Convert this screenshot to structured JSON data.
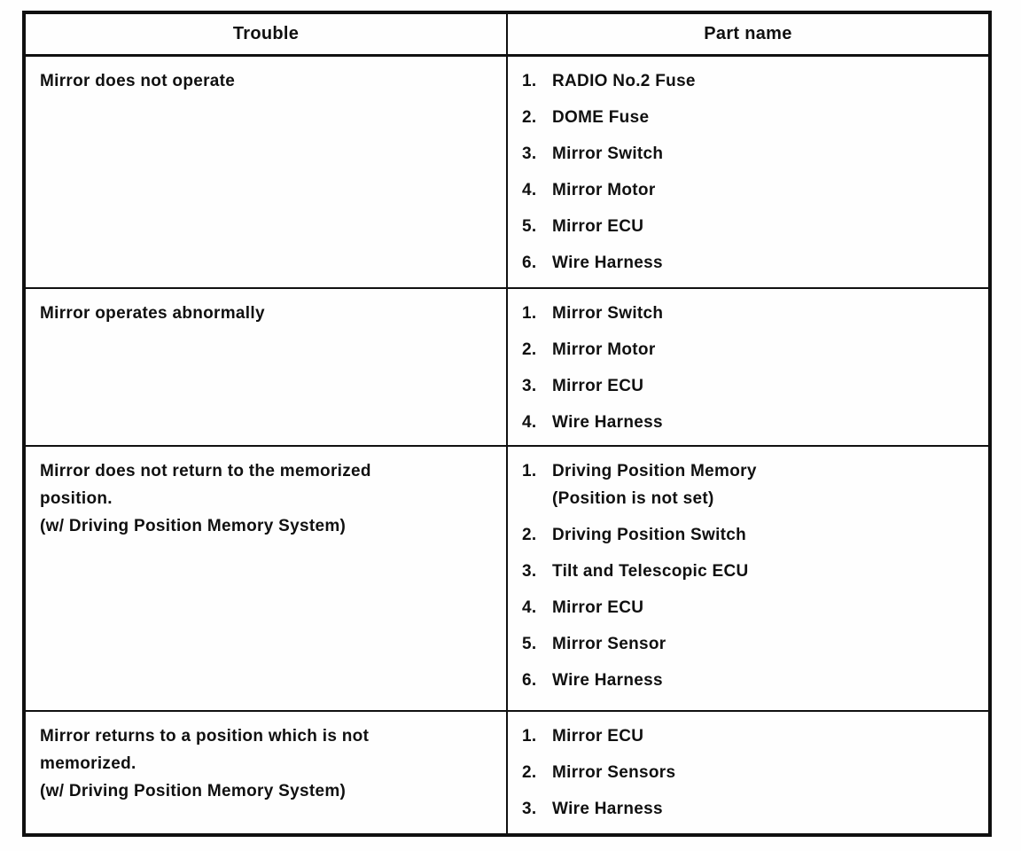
{
  "page": {
    "ink_color": "#101010",
    "paper_color": "#fefefe"
  },
  "table": {
    "headers": [
      {
        "label": "Trouble"
      },
      {
        "label": "Part name"
      }
    ],
    "rows": [
      {
        "trouble_lines": [
          "Mirror does not operate"
        ],
        "parts": [
          {
            "num": "1.",
            "name": "RADIO No.2 Fuse"
          },
          {
            "num": "2.",
            "name": "DOME Fuse"
          },
          {
            "num": "3.",
            "name": "Mirror Switch"
          },
          {
            "num": "4.",
            "name": "Mirror Motor"
          },
          {
            "num": "5.",
            "name": "Mirror ECU"
          },
          {
            "num": "6.",
            "name": "Wire Harness"
          }
        ]
      },
      {
        "trouble_lines": [
          "Mirror operates abnormally"
        ],
        "parts": [
          {
            "num": "1.",
            "name": "Mirror Switch"
          },
          {
            "num": "2.",
            "name": "Mirror Motor"
          },
          {
            "num": "3.",
            "name": "Mirror ECU"
          },
          {
            "num": "4.",
            "name": "Wire Harness"
          }
        ]
      },
      {
        "trouble_lines": [
          "Mirror does not return to the memorized",
          "position.",
          "(w/ Driving Position Memory System)"
        ],
        "parts": [
          {
            "num": "1.",
            "name": "Driving Position Memory",
            "note": "(Position is not set)"
          },
          {
            "num": "2.",
            "name": "Driving Position Switch"
          },
          {
            "num": "3.",
            "name": "Tilt and Telescopic ECU"
          },
          {
            "num": "4.",
            "name": "Mirror ECU"
          },
          {
            "num": "5.",
            "name": "Mirror Sensor"
          },
          {
            "num": "6.",
            "name": "Wire Harness"
          }
        ]
      },
      {
        "trouble_lines": [
          "Mirror returns to a position which is not",
          "memorized.",
          "(w/ Driving Position Memory System)"
        ],
        "parts": [
          {
            "num": "1.",
            "name": "Mirror ECU"
          },
          {
            "num": "2.",
            "name": "Mirror Sensors"
          },
          {
            "num": "3.",
            "name": "Wire Harness"
          }
        ]
      }
    ]
  }
}
